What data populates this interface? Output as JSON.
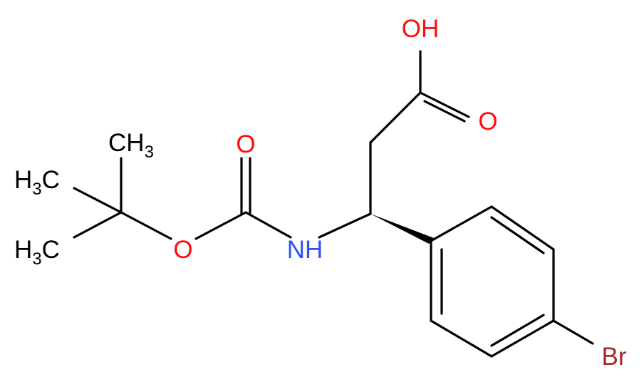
{
  "molecule": {
    "atoms": {
      "oh": "OH",
      "carbonyl_o_acid": "O",
      "carbonyl_o_boc": "O",
      "ester_o": "O",
      "nh": "NH",
      "br": "Br",
      "methyl_top": {
        "main": "CH",
        "sub": "3"
      },
      "methyl_left_upper": {
        "main": "H",
        "sub": "3",
        "tail": "C"
      },
      "methyl_left_lower": {
        "main": "H",
        "sub": "3",
        "tail": "C"
      }
    },
    "colors": {
      "oxygen": "#ff0d0d",
      "nitrogen": "#3050f8",
      "bromine": "#a62929",
      "carbon": "#000000",
      "bond": "#000000"
    }
  }
}
